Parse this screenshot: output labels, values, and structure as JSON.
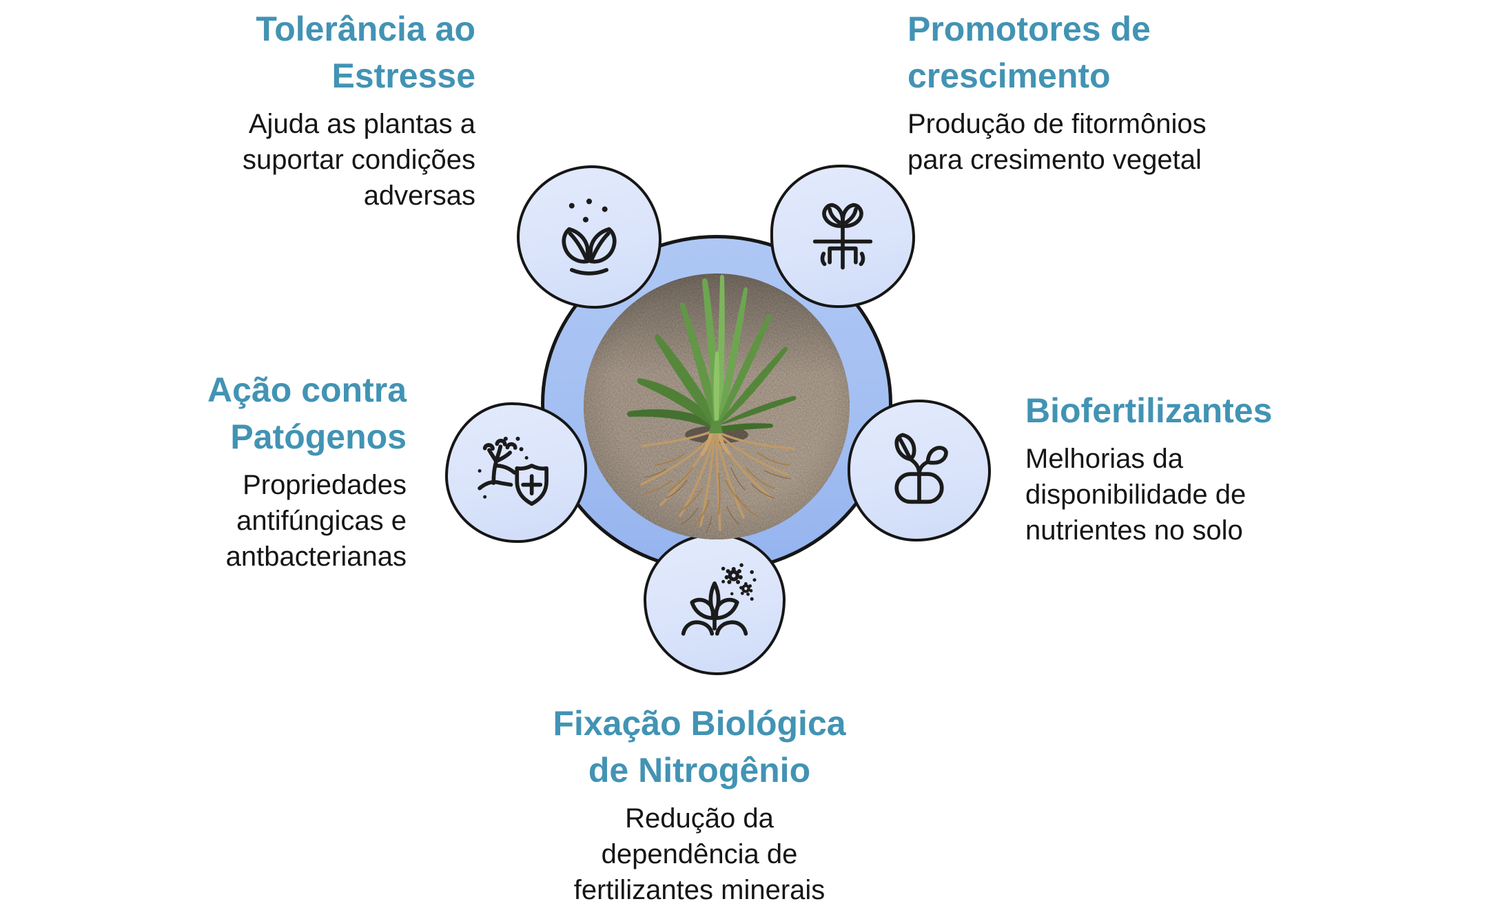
{
  "colors": {
    "heading_teal": "#4293b4",
    "body_text": "#151515",
    "ring_blue": "#a3bff2",
    "node_blue": "#dde6fa",
    "outline_black": "#161616"
  },
  "center": {
    "photo": "seedling-with-roots-in-dark-soil"
  },
  "sections": [
    {
      "id": "stress",
      "icon": "stressed-plant-icon",
      "heading_lines": [
        "Tolerância ao",
        "Estresse"
      ],
      "body_lines": [
        "Ajuda as plantas a",
        "suportar condições",
        "adversas"
      ]
    },
    {
      "id": "growth",
      "icon": "plant-with-roots-icon",
      "heading_lines": [
        "Promotores de",
        "crescimento"
      ],
      "body_lines": [
        "Produção de fitormônios",
        "para cresimento vegetal"
      ]
    },
    {
      "id": "pathogens",
      "icon": "dead-tree-shield-icon",
      "heading_lines": [
        "Ação contra",
        "Patógenos"
      ],
      "body_lines": [
        "Propriedades",
        "antifúngicas e",
        "antbacterianas"
      ]
    },
    {
      "id": "biofertilizers",
      "icon": "sprout-capsule-icon",
      "heading_lines": [
        "Biofertilizantes"
      ],
      "body_lines": [
        "Melhorias da",
        "disponibilidade de",
        "nutrientes no solo"
      ]
    },
    {
      "id": "nitrogen",
      "icon": "plant-molecules-icon",
      "heading_lines": [
        "Fixação Biológica",
        "de Nitrogênio"
      ],
      "body_lines": [
        "Redução da",
        "dependência de",
        "fertilizantes minerais"
      ]
    }
  ]
}
